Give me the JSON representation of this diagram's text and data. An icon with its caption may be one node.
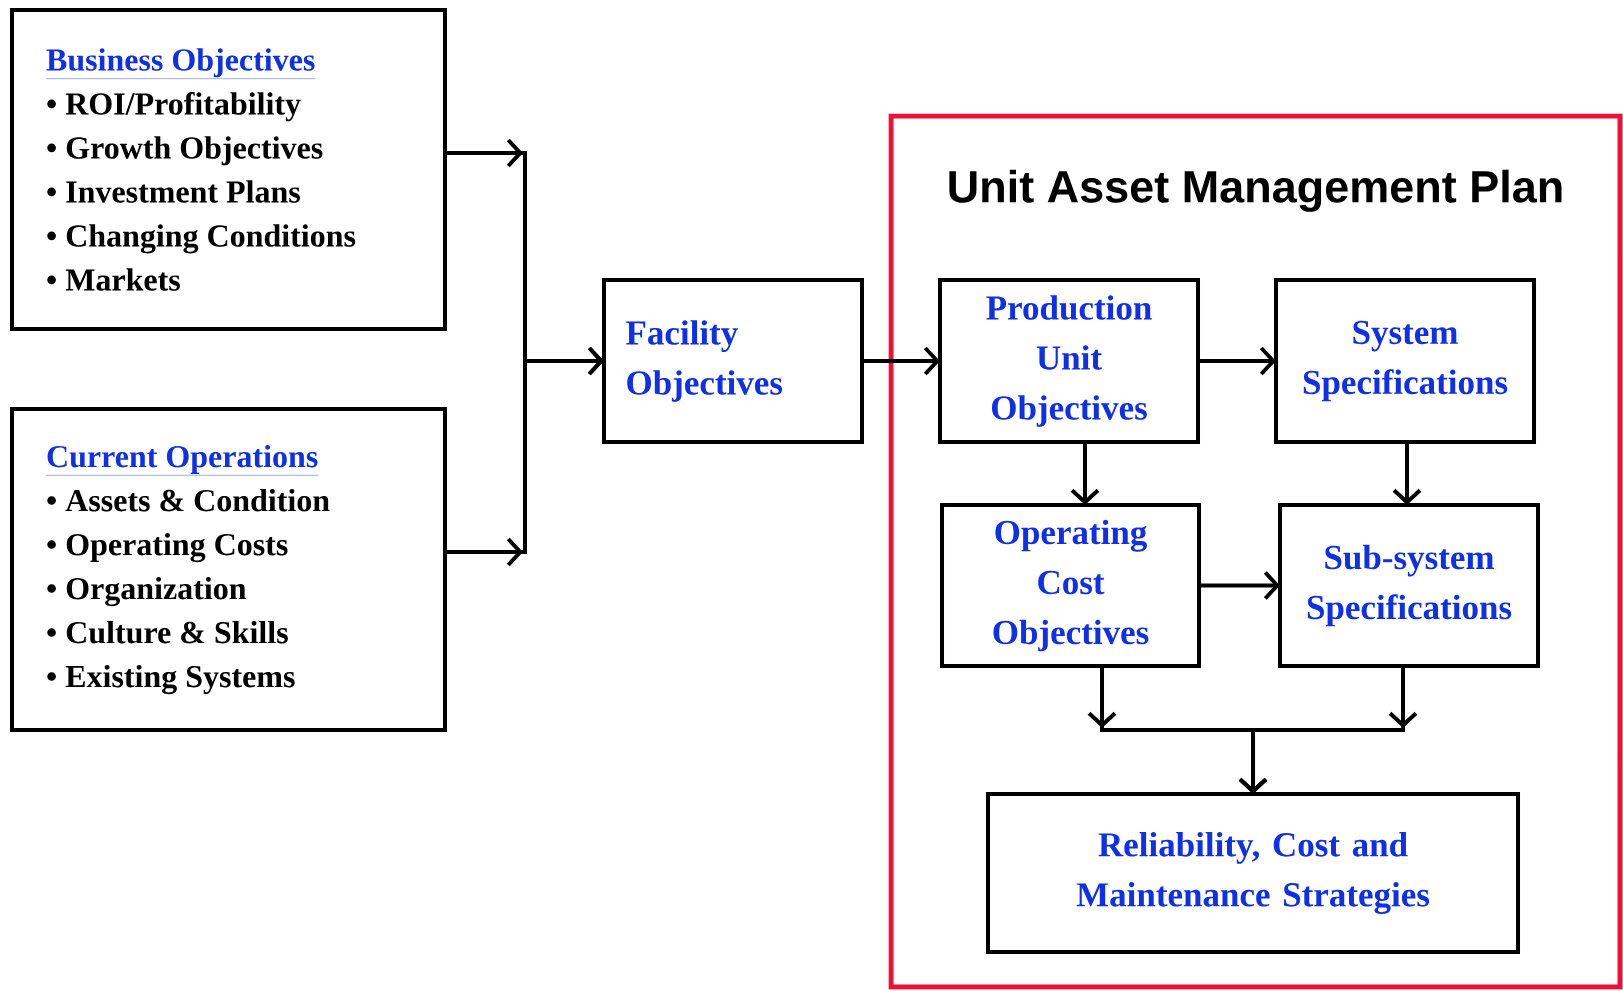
{
  "diagram": {
    "nodes": [
      {
        "text": [
          "Business Objectives",
          "• ROI/Profitability",
          "• Growth Objectives",
          "• Investment Plans",
          "• Changing Conditions",
          "• Markets"
        ]
      },
      {
        "text": [
          "Current Operations",
          "• Assets & Condition",
          "• Operating Costs",
          "• Organization",
          "• Culture & Skills",
          "• Existing Systems"
        ]
      },
      {
        "text": [
          "Facility Objectives"
        ]
      },
      {
        "text": [
          "Unit Asset Management Plan"
        ]
      },
      {
        "text": [
          "Production Unit Objectives"
        ],
        "in": 3
      },
      {
        "text": [
          "System Specifications"
        ],
        "in": 3
      },
      {
        "text": [
          "Operating Cost Objectives"
        ],
        "in": 3
      },
      {
        "text": [
          "Sub-system Specifications"
        ],
        "in": 3
      },
      {
        "text": [
          "Reliability, Cost and Maintenance Strategies"
        ],
        "in": 3
      }
    ],
    "edges": [
      {
        "from": 0,
        "to": 2,
        "arrow": "to"
      },
      {
        "from": 1,
        "to": 2,
        "arrow": "to"
      },
      {
        "from": 2,
        "to": 4,
        "arrow": "to"
      },
      {
        "from": 4,
        "to": 5,
        "arrow": "to"
      },
      {
        "from": 4,
        "to": 6,
        "arrow": "to"
      },
      {
        "from": 5,
        "to": 7,
        "arrow": "to"
      },
      {
        "from": 6,
        "to": 7,
        "arrow": "to"
      },
      {
        "from": 6,
        "to": 8,
        "arrow": "to"
      },
      {
        "from": 7,
        "to": 8,
        "arrow": "to"
      }
    ]
  }
}
